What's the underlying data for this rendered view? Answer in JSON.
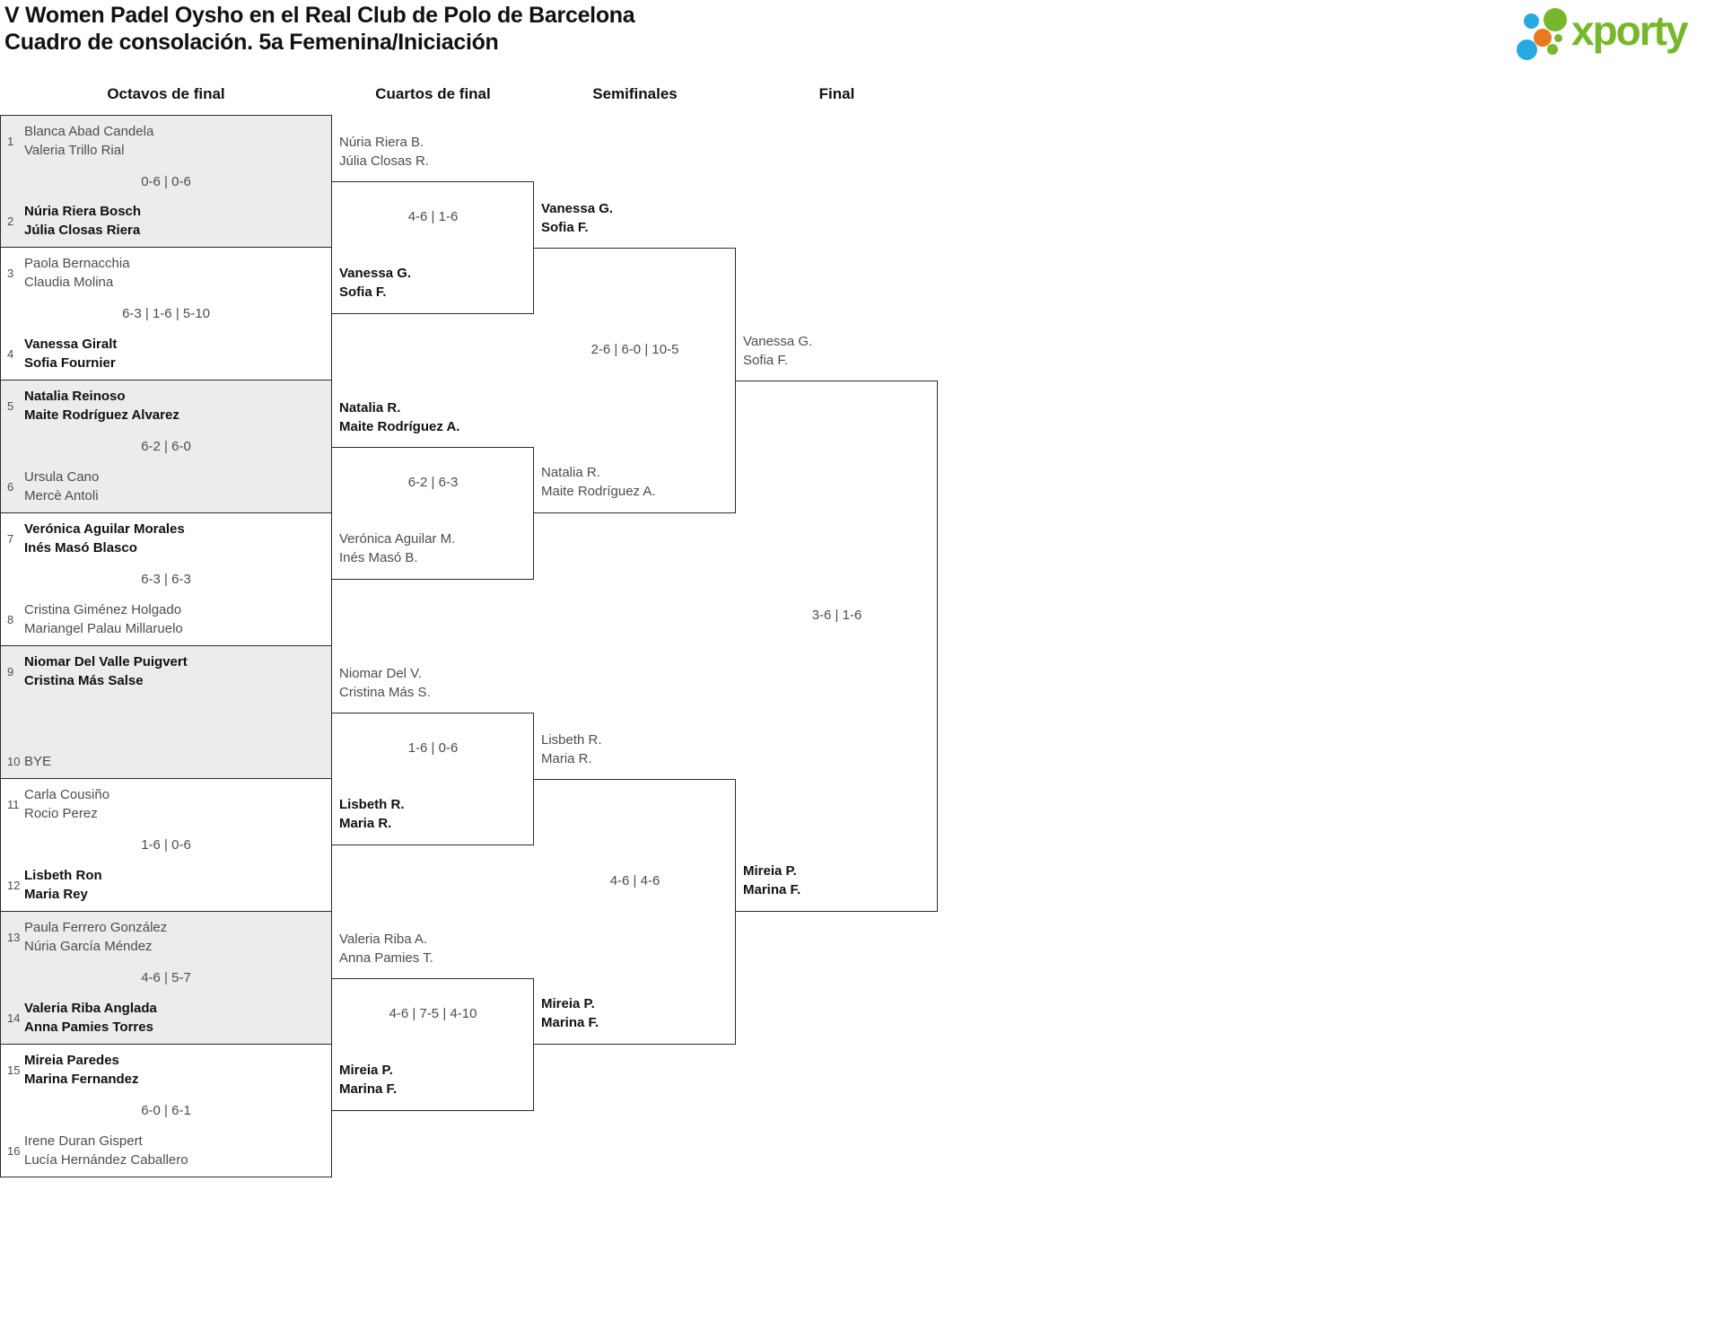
{
  "title": {
    "line1": "V Women Padel Oysho en el Real Club de Polo de Barcelona",
    "line2": "Cuadro de consolación. 5a Femenina/Iniciación"
  },
  "logo": {
    "text": "xporty",
    "green": "#76b82a",
    "blue": "#29a9e1",
    "orange": "#e8791e"
  },
  "rounds": [
    "Octavos de final",
    "Cuartos de final",
    "Semifinales",
    "Final"
  ],
  "colors": {
    "shaded_row": "#ececec",
    "box_border": "#2b2b2b",
    "text_primary": "#111111",
    "text_secondary": "#4d4d4d"
  },
  "bracket": {
    "octavos": [
      {
        "seed_a": "1",
        "team_a": [
          "Blanca Abad Candela",
          "Valeria Trillo Rial"
        ],
        "bold_a": false,
        "seed_b": "2",
        "team_b": [
          "Núria Riera Bosch",
          "Júlia Closas Riera"
        ],
        "bold_b": true,
        "score": "0-6 | 0-6",
        "shaded": true
      },
      {
        "seed_a": "3",
        "team_a": [
          "Paola Bernacchia",
          "Claudia Molina"
        ],
        "bold_a": false,
        "seed_b": "4",
        "team_b": [
          "Vanessa Giralt",
          "Sofia Fournier"
        ],
        "bold_b": true,
        "score": "6-3 | 1-6 | 5-10",
        "shaded": false
      },
      {
        "seed_a": "5",
        "team_a": [
          "Natalia Reinoso",
          "Maite Rodríguez Alvarez"
        ],
        "bold_a": true,
        "seed_b": "6",
        "team_b": [
          "Ursula Cano",
          "Mercè Antoli"
        ],
        "bold_b": false,
        "score": "6-2 | 6-0",
        "shaded": true
      },
      {
        "seed_a": "7",
        "team_a": [
          "Verónica Aguilar Morales",
          "Inés Masó Blasco"
        ],
        "bold_a": true,
        "seed_b": "8",
        "team_b": [
          "Cristina Giménez Holgado",
          "Mariangel Palau Millaruelo"
        ],
        "bold_b": false,
        "score": "6-3 | 6-3",
        "shaded": false
      },
      {
        "seed_a": "9",
        "team_a": [
          "Niomar Del Valle Puigvert",
          "Cristina Más Salse"
        ],
        "bold_a": true,
        "seed_b": "10",
        "team_b": [
          "BYE"
        ],
        "bold_b": false,
        "score": "",
        "shaded": true
      },
      {
        "seed_a": "11",
        "team_a": [
          "Carla Cousiño",
          "Rocio Perez"
        ],
        "bold_a": false,
        "seed_b": "12",
        "team_b": [
          "Lisbeth Ron",
          "Maria Rey"
        ],
        "bold_b": true,
        "score": "1-6 | 0-6",
        "shaded": false
      },
      {
        "seed_a": "13",
        "team_a": [
          "Paula Ferrero González",
          "Núria García Méndez"
        ],
        "bold_a": false,
        "seed_b": "14",
        "team_b": [
          "Valeria Riba Anglada",
          "Anna Pamies Torres"
        ],
        "bold_b": true,
        "score": "4-6 | 5-7",
        "shaded": true
      },
      {
        "seed_a": "15",
        "team_a": [
          "Mireia Paredes",
          "Marina Fernandez"
        ],
        "bold_a": true,
        "seed_b": "16",
        "team_b": [
          "Irene Duran Gispert",
          "Lucía Hernández Caballero"
        ],
        "bold_b": false,
        "score": "6-0 | 6-1",
        "shaded": false
      }
    ],
    "cuartos": [
      {
        "team_a": [
          "Núria Riera B.",
          "Júlia Closas R."
        ],
        "bold_a": false,
        "team_b": [
          "Vanessa G.",
          "Sofia F."
        ],
        "bold_b": true,
        "score": "4-6 | 1-6"
      },
      {
        "team_a": [
          "Natalia R.",
          "Maite Rodríguez A."
        ],
        "bold_a": true,
        "team_b": [
          "Verónica Aguilar M.",
          "Inés Masó B."
        ],
        "bold_b": false,
        "score": "6-2 | 6-3"
      },
      {
        "team_a": [
          "Niomar Del V.",
          "Cristina Más S."
        ],
        "bold_a": false,
        "team_b": [
          "Lisbeth R.",
          "Maria R."
        ],
        "bold_b": true,
        "score": "1-6 | 0-6"
      },
      {
        "team_a": [
          "Valeria Riba A.",
          "Anna Pamies T."
        ],
        "bold_a": false,
        "team_b": [
          "Mireia P.",
          "Marina F."
        ],
        "bold_b": true,
        "score": "4-6 | 7-5 | 4-10"
      }
    ],
    "semifinales": [
      {
        "team_a": [
          "Vanessa G.",
          "Sofia F."
        ],
        "bold_a": true,
        "team_b": [
          "Natalia R.",
          "Maite Rodríguez A."
        ],
        "bold_b": false,
        "score": "2-6 | 6-0 | 10-5"
      },
      {
        "team_a": [
          "Lisbeth R.",
          "Maria R."
        ],
        "bold_a": false,
        "team_b": [
          "Mireia P.",
          "Marina F."
        ],
        "bold_b": true,
        "score": "4-6 | 4-6"
      }
    ],
    "final": [
      {
        "team_a": [
          "Vanessa G.",
          "Sofia F."
        ],
        "bold_a": false,
        "team_b": [
          "Mireia P.",
          "Marina F."
        ],
        "bold_b": true,
        "score": "3-6 | 1-6"
      }
    ]
  }
}
